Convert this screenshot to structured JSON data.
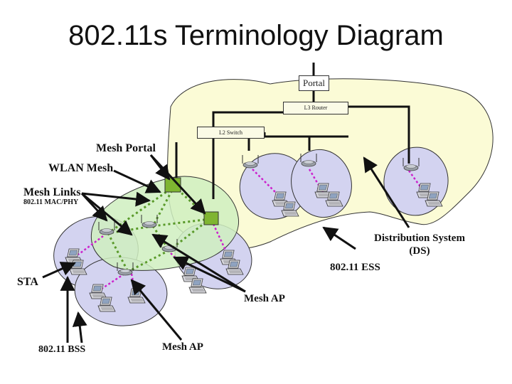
{
  "title": "802.11s Terminology Diagram",
  "boxes": {
    "portal": "Portal",
    "l3_router": "L3 Router",
    "l2_switch": "L2 Switch"
  },
  "labels": {
    "mesh_portal": "Mesh Portal",
    "wlan_mesh": "WLAN Mesh",
    "mesh_links": "Mesh Links",
    "mac_phy": "802.11 MAC/PHY",
    "distribution_system": "Distribution System",
    "ds": "(DS)",
    "ess": "802.11 ESS",
    "sta": "STA",
    "mesh_ap_right": "Mesh AP",
    "bss": "802.11 BSS",
    "mesh_ap_bottom": "Mesh AP"
  },
  "colors": {
    "ds_fill": "#fbfbd6",
    "bss_fill": "#d3d3f0",
    "mesh_fill": "#cfeec0",
    "mesh_link": "#5a9a2a",
    "sta_link": "#cc22cc",
    "portal_node": "#7fb531"
  }
}
